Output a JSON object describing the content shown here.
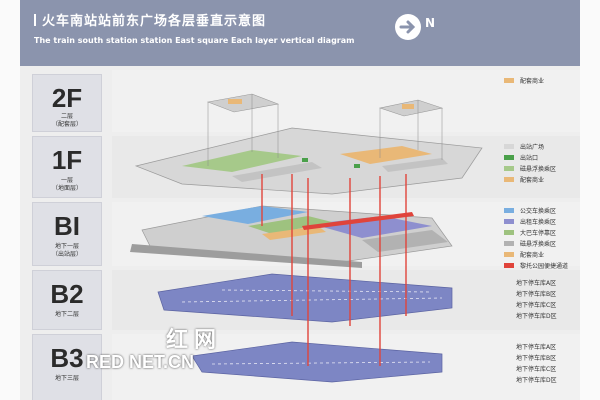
{
  "header": {
    "title_zh": "火车南站站前东广场各层垂直示意图",
    "title_en": "The train south station station  East  square  Each layer vertical diagram",
    "compass_label": "N"
  },
  "levels": [
    {
      "code": "2F",
      "name_zh": "二层",
      "note_zh": "（配套层）"
    },
    {
      "code": "1F",
      "name_zh": "一层",
      "note_zh": "（地面层）"
    },
    {
      "code": "BI",
      "name_zh": "地下一层",
      "note_zh": "（出站层）"
    },
    {
      "code": "B2",
      "name_zh": "地下二层",
      "note_zh": ""
    },
    {
      "code": "B3",
      "name_zh": "地下三层",
      "note_zh": ""
    }
  ],
  "legends": {
    "2F": [
      {
        "label": "配套商业",
        "color": "#e9b877"
      }
    ],
    "1F": [
      {
        "label": "出站广场",
        "color": "#d7d7d7"
      },
      {
        "label": "出站口",
        "color": "#4aa04a"
      },
      {
        "label": "磁悬浮换乘区",
        "color": "#a6c98a"
      },
      {
        "label": "配套商业",
        "color": "#e9b877"
      }
    ],
    "B1": [
      {
        "label": "公交车换乘区",
        "color": "#79aee0"
      },
      {
        "label": "出租车换乘区",
        "color": "#8e8fcf"
      },
      {
        "label": "大巴车停靠区",
        "color": "#9ec27f"
      },
      {
        "label": "磁悬浮换乘区",
        "color": "#b2b2b2"
      },
      {
        "label": "配套商业",
        "color": "#e9b877"
      },
      {
        "label": "黎托公园便捷通道",
        "color": "#e0443b"
      }
    ],
    "B2": [
      {
        "label": "地下停车库A区",
        "color": ""
      },
      {
        "label": "地下停车库B区",
        "color": ""
      },
      {
        "label": "地下停车库C区",
        "color": ""
      },
      {
        "label": "地下停车库D区",
        "color": ""
      }
    ],
    "B3": [
      {
        "label": "地下停车库A区",
        "color": ""
      },
      {
        "label": "地下停车库B区",
        "color": ""
      },
      {
        "label": "地下停车库C区",
        "color": ""
      },
      {
        "label": "地下停车库D区",
        "color": ""
      }
    ]
  },
  "colors": {
    "connector": "#e0443b",
    "parking": "#7d86c4",
    "slab": "#cfcfcf"
  },
  "watermark": {
    "zh": "红网",
    "en": "RED NET.CN"
  }
}
